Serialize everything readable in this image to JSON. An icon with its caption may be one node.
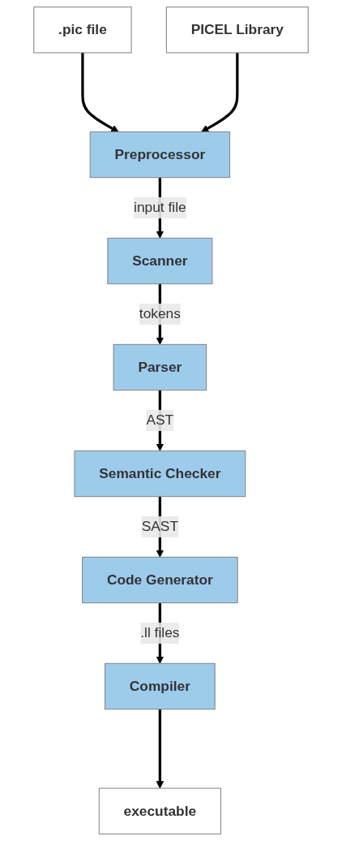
{
  "diagram": {
    "nodes": [
      {
        "text": [
          ".pic file"
        ]
      },
      {
        "text": [
          "Preprocessor"
        ]
      },
      {
        "text": [
          "PICEL Library"
        ]
      },
      {
        "text": [
          "Scanner"
        ]
      },
      {
        "text": [
          "Parser"
        ]
      },
      {
        "text": [
          "Semantic Checker"
        ]
      },
      {
        "text": [
          "Code Generator"
        ]
      },
      {
        "text": [
          "Compiler"
        ]
      },
      {
        "text": [
          "executable"
        ]
      }
    ],
    "edges": [
      {
        "from": 0,
        "to": 1,
        "arrow": "to"
      },
      {
        "from": 2,
        "to": 1,
        "arrow": "to"
      },
      {
        "from": 1,
        "to": 3,
        "arrow": "to",
        "label": "input file"
      },
      {
        "from": 3,
        "to": 4,
        "arrow": "to",
        "label": "tokens"
      },
      {
        "from": 4,
        "to": 5,
        "arrow": "to",
        "label": "AST"
      },
      {
        "from": 5,
        "to": 6,
        "arrow": "to",
        "label": "SAST"
      },
      {
        "from": 6,
        "to": 7,
        "arrow": "to",
        "label": ".ll files"
      },
      {
        "from": 7,
        "to": 8,
        "arrow": "to"
      }
    ]
  }
}
